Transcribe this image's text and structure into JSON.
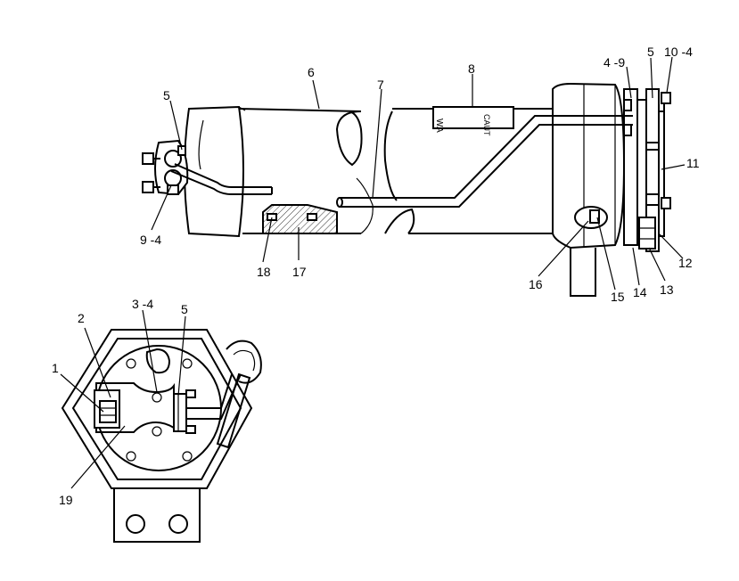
{
  "callouts": {
    "c1": "1",
    "c2": "2",
    "c3_4": "3 -4",
    "c4_9": "4 -9",
    "c5_top_left": "5",
    "c5_top_right": "5",
    "c5_lower": "5",
    "c6": "6",
    "c7": "7",
    "c8": "8",
    "c9_4": "9 -4",
    "c10_4": "10 -4",
    "c11": "11",
    "c12": "12",
    "c13": "13",
    "c14": "14",
    "c15": "15",
    "c16": "16",
    "c17": "17",
    "c18": "18",
    "c19": "19"
  },
  "decal": {
    "left": "WA",
    "right": "CAUT"
  }
}
